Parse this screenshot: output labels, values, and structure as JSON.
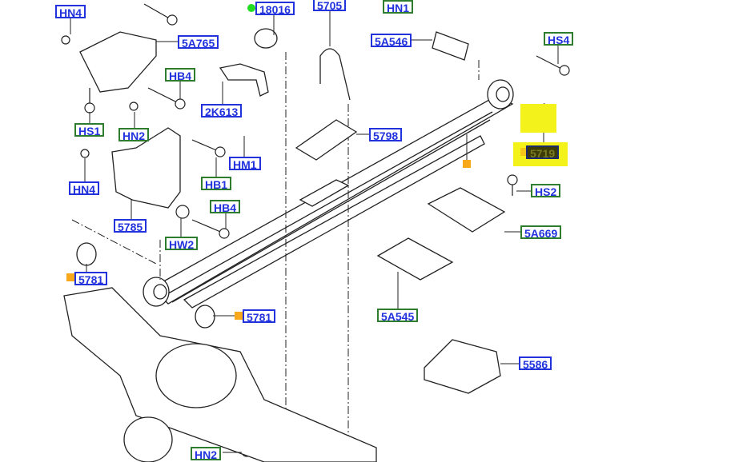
{
  "labels": {
    "hn4_top": "HN4",
    "a5765": "5A765",
    "hb4_top": "HB4",
    "hs1": "HS1",
    "hn2_mid": "HN2",
    "k2613": "2K613",
    "hm1": "HM1",
    "hb1": "HB1",
    "hn4_mid": "HN4",
    "p5785": "5785",
    "hb4_mid": "HB4",
    "hw2": "HW2",
    "p18016": "18016",
    "p5705": "5705",
    "a5546": "5A546",
    "hn1": "HN1",
    "hs4": "HS4",
    "p5798": "5798",
    "p5719": "5719",
    "hs2": "HS2",
    "a5669": "5A669",
    "a5545": "5A545",
    "p5781_left": "5781",
    "p5781_mid": "5781",
    "p5586": "5586",
    "hn2_bottom": "HN2"
  },
  "colors": {
    "label_text": "#2233dd",
    "border_blue": "#2233dd",
    "border_green": "#2e7d2e",
    "highlight": "#f3f21a",
    "marker": "#f7a81b"
  }
}
